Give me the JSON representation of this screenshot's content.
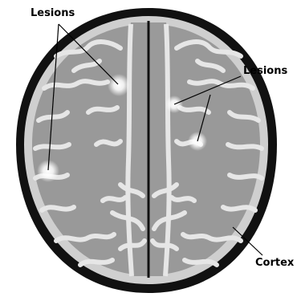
{
  "labels": {
    "lesions_left": "Lesions",
    "lesions_right": "Lesions",
    "cortex": "Cortex"
  },
  "colors": {
    "skull": "#000000",
    "cortex_band": "#d0d0d0",
    "white_matter": "#9a9a9a",
    "gyri_lines": "#e6e6e6",
    "lesion": "#ffffff",
    "leader_lines": "#000000"
  }
}
